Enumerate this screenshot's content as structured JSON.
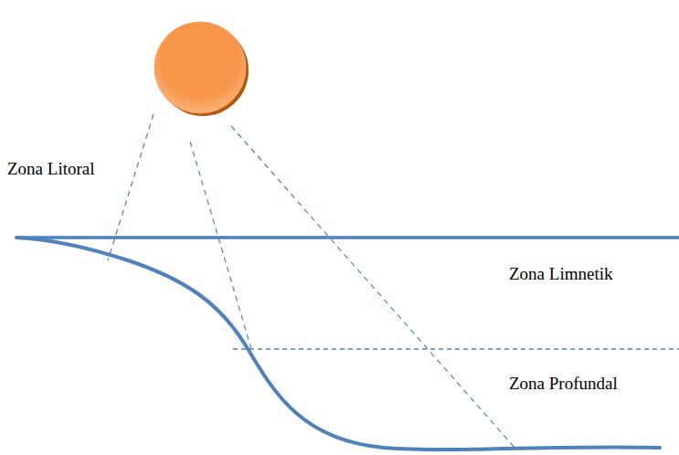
{
  "diagram": {
    "labels": [
      "Zona Litoral",
      "Zona Limnetik",
      "Zona Profundal"
    ]
  }
}
